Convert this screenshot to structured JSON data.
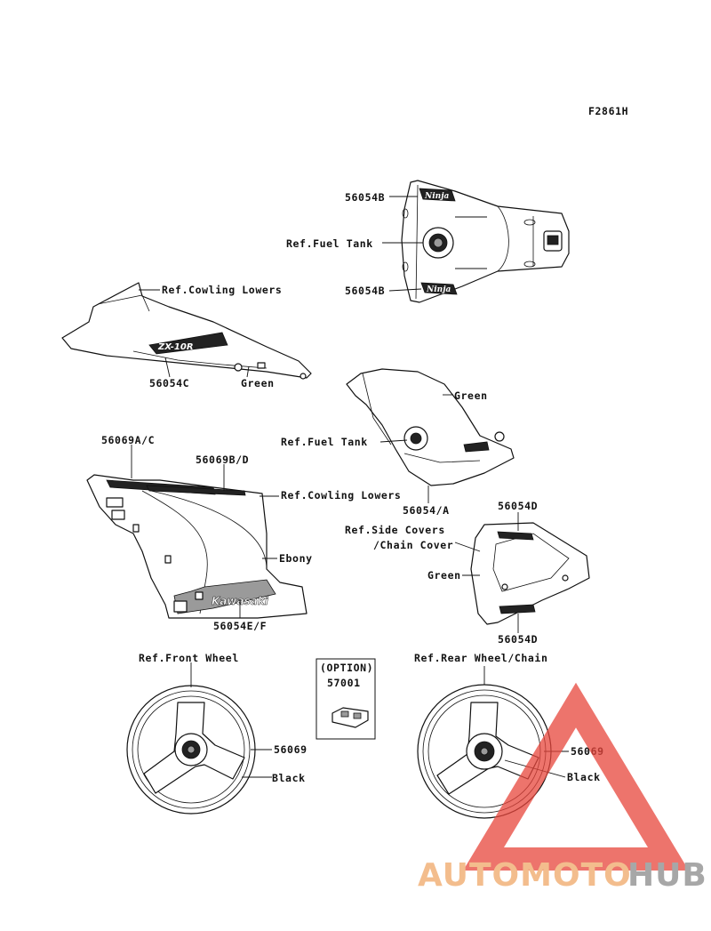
{
  "figure_id": "F2861H",
  "labels": {
    "fuel_tank_top_decal": "56054B",
    "fuel_tank_ref": "Ref.Fuel Tank",
    "fuel_tank_bottom_decal": "56054B",
    "upper_cowl_ref": "Ref.Cowling Lowers",
    "upper_cowl_decal": "56054C",
    "upper_cowl_color": "Green",
    "tank_cover_color": "Green",
    "tank_cover_ref": "Ref.Fuel Tank",
    "tank_cover_decal": "56054/A",
    "side_stripe_a": "56069A/C",
    "side_stripe_b": "56069B/D",
    "side_cowl_ref": "Ref.Cowling Lowers",
    "side_cowl_color": "Ebony",
    "side_cowl_decal": "56054E/F",
    "seat_cowl_decal_top": "56054D",
    "seat_cowl_ref_line1": "Ref.Side Covers",
    "seat_cowl_ref_line2": "/Chain Cover",
    "seat_cowl_color": "Green",
    "seat_cowl_decal_bottom": "56054D",
    "front_wheel_ref": "Ref.Front Wheel",
    "front_wheel_stripe": "56069",
    "front_wheel_color": "Black",
    "option_title": "(OPTION)",
    "option_part": "57001",
    "rear_wheel_ref": "Ref.Rear Wheel/Chain",
    "rear_wheel_stripe": "56069",
    "rear_wheel_color": "Black",
    "cowl_brand": "Kawasaki",
    "cowl_model": "ZX-10R",
    "tank_logo_top": "Ninja",
    "tank_logo_bottom": "Ninja"
  },
  "watermark": {
    "text_left": "AUTOMOTO",
    "text_right": "HUB",
    "color_left": "#f0a868",
    "color_right": "#8a8a8a",
    "triangle_color": "#e8463c"
  }
}
